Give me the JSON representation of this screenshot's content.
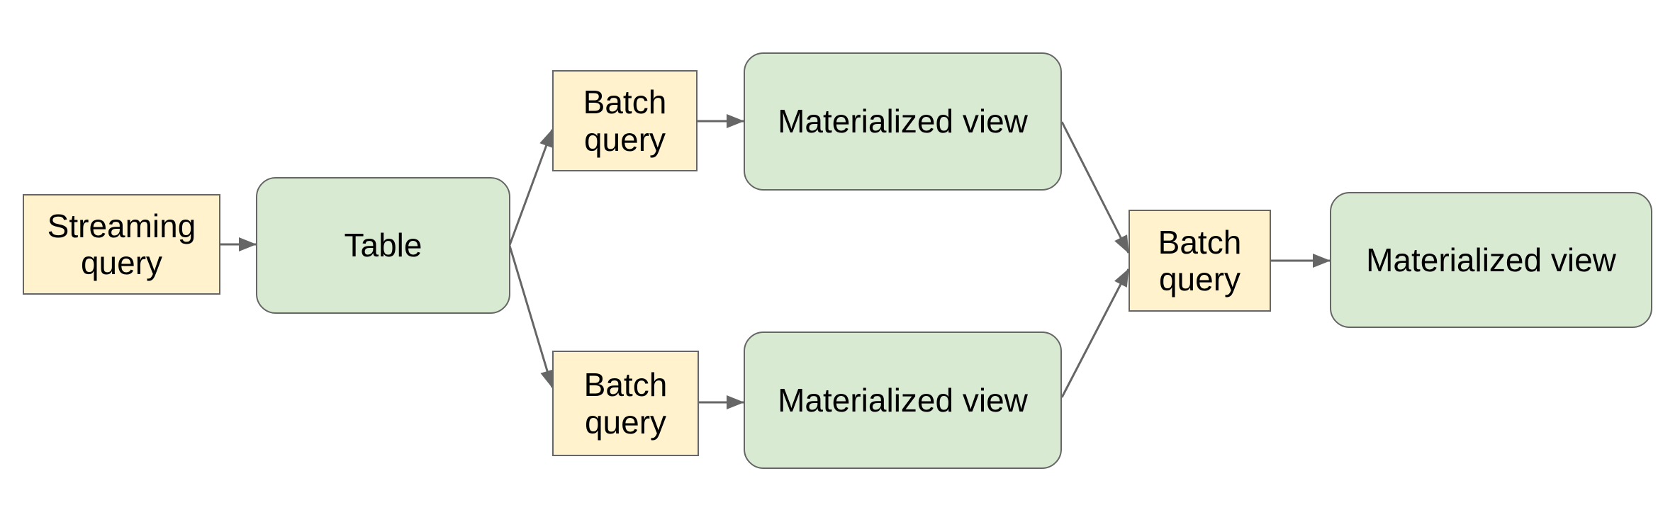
{
  "diagram": {
    "background": "#ffffff",
    "nodes": [
      {
        "id": "streaming-query",
        "label": "Streaming query",
        "kind": "query",
        "fill": "#fff2cc",
        "shape": "rectangle"
      },
      {
        "id": "table",
        "label": "Table",
        "kind": "table",
        "fill": "#d9ead3",
        "shape": "rounded-rectangle"
      },
      {
        "id": "batch-query-top",
        "label": "Batch query",
        "kind": "query",
        "fill": "#fff2cc",
        "shape": "rectangle"
      },
      {
        "id": "materialized-view-top",
        "label": "Materialized view",
        "kind": "view",
        "fill": "#d9ead3",
        "shape": "rounded-rectangle"
      },
      {
        "id": "batch-query-bottom",
        "label": "Batch query",
        "kind": "query",
        "fill": "#fff2cc",
        "shape": "rectangle"
      },
      {
        "id": "materialized-view-bottom",
        "label": "Materialized view",
        "kind": "view",
        "fill": "#d9ead3",
        "shape": "rounded-rectangle"
      },
      {
        "id": "batch-query-right",
        "label": "Batch query",
        "kind": "query",
        "fill": "#fff2cc",
        "shape": "rectangle"
      },
      {
        "id": "materialized-view-right",
        "label": "Materialized view",
        "kind": "view",
        "fill": "#d9ead3",
        "shape": "rounded-rectangle"
      }
    ],
    "edges": [
      {
        "from": "streaming-query",
        "to": "table"
      },
      {
        "from": "table",
        "to": "batch-query-top"
      },
      {
        "from": "table",
        "to": "batch-query-bottom"
      },
      {
        "from": "batch-query-top",
        "to": "materialized-view-top"
      },
      {
        "from": "batch-query-bottom",
        "to": "materialized-view-bottom"
      },
      {
        "from": "materialized-view-top",
        "to": "batch-query-right"
      },
      {
        "from": "materialized-view-bottom",
        "to": "batch-query-right"
      },
      {
        "from": "batch-query-right",
        "to": "materialized-view-right"
      }
    ],
    "colors": {
      "query_fill": "#fff2cc",
      "view_fill": "#d9ead3",
      "border": "#666666",
      "arrow": "#666666",
      "text": "#000000"
    }
  }
}
